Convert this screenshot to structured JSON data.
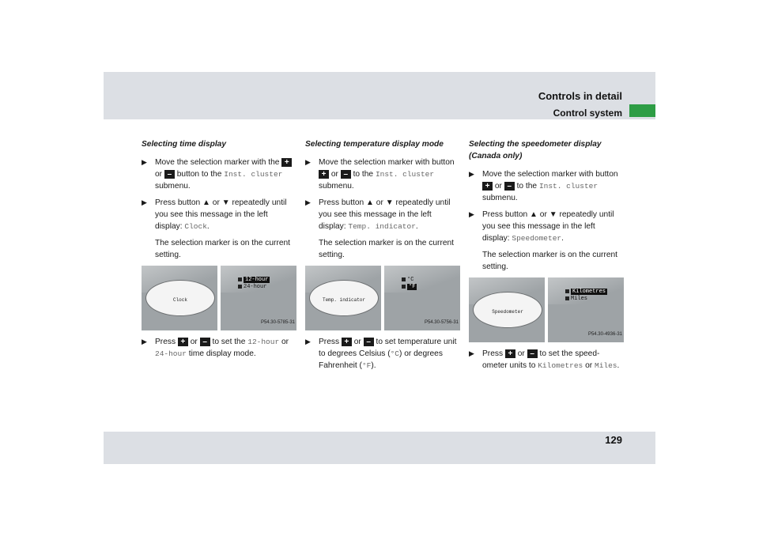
{
  "header": {
    "title": "Controls in detail",
    "subtitle": "Control system",
    "page_number": "129"
  },
  "keys": {
    "plus": "+",
    "minus": "–",
    "up": "▲",
    "down": "▼",
    "bullet": "▶"
  },
  "col1": {
    "title": "Selecting time display",
    "step1": {
      "a": "Move the selection marker with the",
      "b": "or",
      "c": "button to the",
      "code": "Inst. cluster",
      "d": "submenu."
    },
    "step2": {
      "a": "Press button",
      "b": "or",
      "c": "repeatedly until you see this message in the left display:",
      "code": "Clock",
      "d": "."
    },
    "note": "The selection marker is on the current setting.",
    "figure": {
      "left_label": "Clock",
      "opt1": "12-hour",
      "opt2": "24-hour",
      "code": "P54.30-5785-31"
    },
    "step3": {
      "a": "Press",
      "b": "or",
      "c": "to set the",
      "code1": "12-hour",
      "d": "or",
      "code2": "24-hour",
      "e": "time display mode."
    }
  },
  "col2": {
    "title": "Selecting temperature display mode",
    "step1": {
      "a": "Move the selection marker with button",
      "b": "or",
      "c": "to the",
      "code": "Inst. cluster",
      "d": "submenu."
    },
    "step2": {
      "a": "Press button",
      "b": "or",
      "c": "repeatedly until you see this message in the left display:",
      "code": "Temp. indicator",
      "d": "."
    },
    "note": "The selection marker is on the current setting.",
    "figure": {
      "left_label": "Temp. indicator",
      "opt1": "°C",
      "opt2": "°F",
      "code": "P54.30-5756-31"
    },
    "step3": {
      "a": "Press",
      "b": "or",
      "c": "to set temperature unit to degrees Celsius (",
      "code1": "°C",
      "d": ") or degrees Fahrenheit (",
      "code2": "°F",
      "e": ")."
    }
  },
  "col3": {
    "title": "Selecting the speedometer display (Canada only)",
    "step1": {
      "a": "Move the selection marker with button",
      "b": "or",
      "c": "to the",
      "code": "Inst. cluster",
      "d": "submenu."
    },
    "step2": {
      "a": "Press button",
      "b": "or",
      "c": "repeatedly until you see this message in the left display:",
      "code": "Speedometer",
      "d": "."
    },
    "note": "The selection marker is on the current setting.",
    "figure": {
      "left_label": "Speedometer",
      "opt1": "Kilometres",
      "opt2": "Miles",
      "code": "P54.30-4936-31"
    },
    "step3": {
      "a": "Press",
      "b": "or",
      "c": "to set the speed-ometer units to",
      "code1": "Kilometres",
      "d": "or",
      "code2": "Miles",
      "e": "."
    }
  }
}
